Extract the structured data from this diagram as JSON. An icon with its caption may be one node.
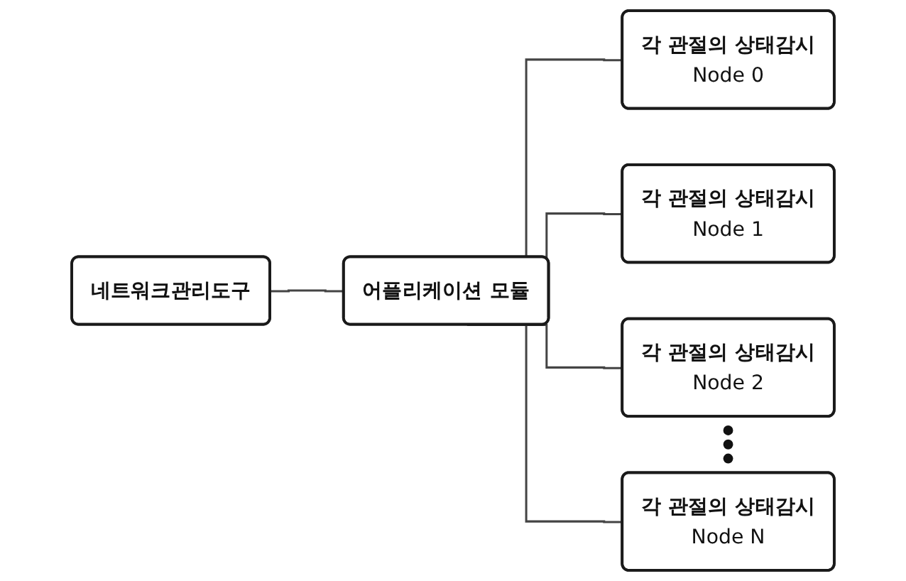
{
  "diagram": {
    "nodes": [
      {
        "text": [
          "네트워크관리도구"
        ]
      },
      {
        "text": [
          "어플리케이션 모듈"
        ]
      },
      {
        "text": [
          "각 관절의 상태감시",
          "Node 0"
        ]
      },
      {
        "text": [
          "각 관절의 상태감시",
          "Node 1"
        ]
      },
      {
        "text": [
          "각 관절의 상태감시",
          "Node 2"
        ]
      },
      {
        "text": [
          "각 관절의 상태감시",
          "Node N"
        ]
      }
    ],
    "edges": [
      {
        "from": 0,
        "to": 1,
        "arrow": "none"
      },
      {
        "from": 1,
        "to": 2,
        "arrow": "none"
      },
      {
        "from": 1,
        "to": 3,
        "arrow": "none"
      },
      {
        "from": 1,
        "to": 4,
        "arrow": "none"
      },
      {
        "from": 1,
        "to": 5,
        "arrow": "none"
      }
    ]
  }
}
